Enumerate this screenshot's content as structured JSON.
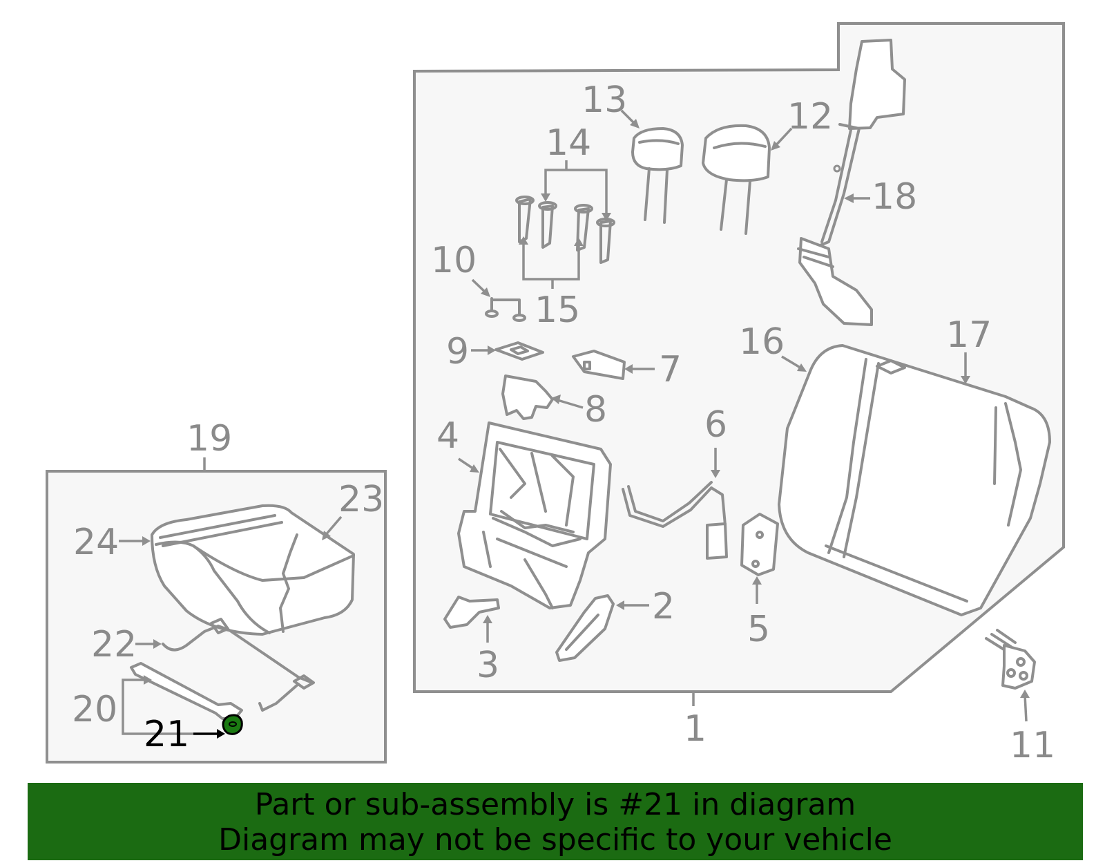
{
  "diagram": {
    "callouts": [
      {
        "id": "1",
        "label": "1"
      },
      {
        "id": "2",
        "label": "2"
      },
      {
        "id": "3",
        "label": "3"
      },
      {
        "id": "4",
        "label": "4"
      },
      {
        "id": "5",
        "label": "5"
      },
      {
        "id": "6",
        "label": "6"
      },
      {
        "id": "7",
        "label": "7"
      },
      {
        "id": "8",
        "label": "8"
      },
      {
        "id": "9",
        "label": "9"
      },
      {
        "id": "10",
        "label": "10"
      },
      {
        "id": "11",
        "label": "11"
      },
      {
        "id": "12",
        "label": "12"
      },
      {
        "id": "13",
        "label": "13"
      },
      {
        "id": "14",
        "label": "14"
      },
      {
        "id": "15",
        "label": "15"
      },
      {
        "id": "16",
        "label": "16"
      },
      {
        "id": "17",
        "label": "17"
      },
      {
        "id": "18",
        "label": "18"
      },
      {
        "id": "19",
        "label": "19"
      },
      {
        "id": "20",
        "label": "20"
      },
      {
        "id": "21",
        "label": "21",
        "highlighted": true
      },
      {
        "id": "22",
        "label": "22"
      },
      {
        "id": "23",
        "label": "23"
      },
      {
        "id": "24",
        "label": "24"
      }
    ],
    "colors": {
      "line": "#8f8f8f",
      "panel_fill": "#f7f7f7",
      "highlight_part": "#1b7a12",
      "highlight_text": "#000000",
      "banner_bg": "#1b6b12"
    }
  },
  "banner": {
    "line1": "Part or sub-assembly is #21 in diagram",
    "line2": "Diagram may not be specific to your vehicle"
  }
}
